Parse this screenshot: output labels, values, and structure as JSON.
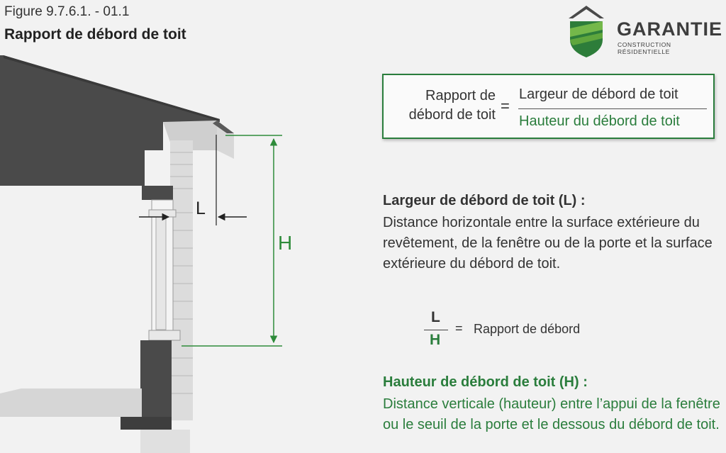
{
  "figure": {
    "number": "Figure 9.7.6.1. - 01.1",
    "title": "Rapport de débord de toit"
  },
  "logo": {
    "name": "GARANTIE",
    "tagline": "CONSTRUCTION RÉSIDENTIELLE",
    "icon": "house-shield-icon",
    "colors": {
      "green_dark": "#2d7d3a",
      "green_light": "#74b84a",
      "gray": "#4a4a4a"
    }
  },
  "formula": {
    "left_line1": "Rapport de",
    "left_line2": "débord de toit",
    "equals": "=",
    "numerator": "Largeur de débord de toit",
    "denominator": "Hauteur du débord de toit"
  },
  "width_section": {
    "title": "Largeur de débord de toit (L) :",
    "description": "Distance horizontale entre la surface extérieure du revêtement, de la fenêtre ou de la porte et la surface extérieure du débord de toit."
  },
  "ratio": {
    "numerator": "L",
    "denominator": "H",
    "equals": "=",
    "text": "Rapport de débord"
  },
  "height_section": {
    "title": "Hauteur de débord de toit (H) :",
    "description": "Distance verticale (hauteur) entre l’appui de la fenêtre ou le seuil de la porte et le dessous du débord de toit."
  },
  "diagram_labels": {
    "width": "L",
    "height": "H"
  },
  "colors": {
    "accent_green": "#2a7d3c",
    "dimension_green": "#2e8b3a",
    "text": "#333333",
    "wall_dark": "#4a4a4a",
    "background": "#f2f2f2"
  }
}
